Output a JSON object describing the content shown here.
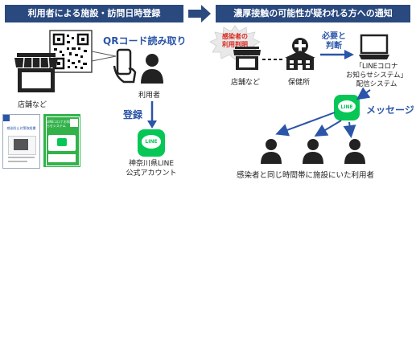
{
  "header_left": "利用者による施設・訪問日時登録",
  "header_right": "濃厚接触の可能性が疑われる方への通知",
  "left": {
    "qr_label": "QRコード読み取り",
    "store_label": "店舗など",
    "user_label": "利用者",
    "register_label": "登録",
    "line_account_label": "神奈川県LINE\n公式アカウント",
    "poster1_title": "感染防止対策取組書",
    "poster2_title": "LINEコロナお知らせシステム"
  },
  "right": {
    "infected_badge": "感染者の\n利用判明",
    "store_label": "店舗など",
    "health_center_label": "保健所",
    "needed_label": "必要と\n判断",
    "system_label": "「LINEコロナ\nお知らせシステム」\n配信システム",
    "message_label": "メッセージ",
    "bottom_label": "感染者と同じ時間帯に施設にいた利用者"
  },
  "logo_text": "LINE",
  "colors": {
    "header": "#2a4a7f",
    "accent_blue": "#2a55a8",
    "line_green": "#06c755",
    "red_badge": "#d9261c"
  }
}
